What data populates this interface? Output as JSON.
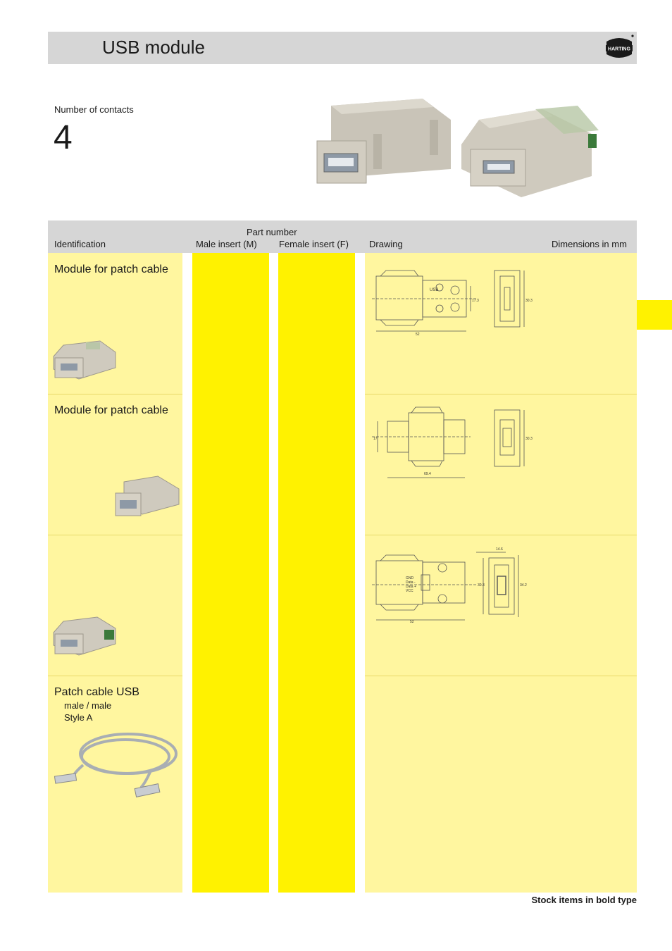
{
  "header": {
    "title": "USB module",
    "logo_text": "HARTING"
  },
  "contacts": {
    "label": "Number of contacts",
    "value": "4"
  },
  "table": {
    "part_number_label": "Part number",
    "columns": {
      "identification": "Identification",
      "male": "Male insert (M)",
      "female": "Female insert (F)",
      "drawing": "Drawing",
      "dimensions": "Dimensions in mm"
    },
    "rows": [
      {
        "title": "Module for patch cable",
        "sub": []
      },
      {
        "title": "Module for patch cable",
        "sub": []
      },
      {
        "title": "",
        "sub": []
      },
      {
        "title": "Patch cable USB",
        "sub": [
          "male / male",
          "Style A"
        ]
      }
    ]
  },
  "drawings": {
    "d1": {
      "usb": "USB",
      "len": "52",
      "w1": "17.3",
      "w2": "30.3"
    },
    "d2": {
      "h": "17",
      "len": "69.4",
      "w2": "30.3"
    },
    "d3": {
      "gnd": "GND",
      "data1": "Data -",
      "data2": "Data +",
      "vcc": "VCC",
      "len": "52",
      "top": "14.6",
      "w1": "30.3",
      "w2": "34.2"
    }
  },
  "footer": {
    "note": "Stock items in bold type"
  },
  "colors": {
    "header_grey": "#d6d6d6",
    "light_yellow": "#fff69f",
    "yellow": "#fff200"
  }
}
